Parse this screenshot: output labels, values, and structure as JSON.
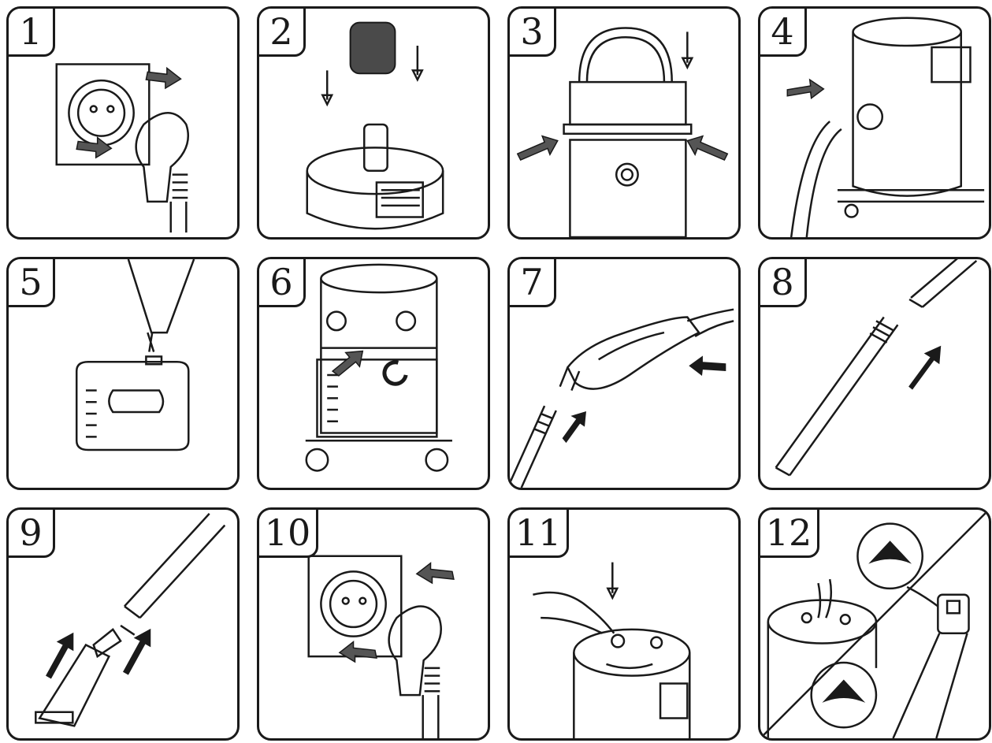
{
  "steps": [
    {
      "number": "1",
      "illustration": "unplug-from-socket"
    },
    {
      "number": "2",
      "illustration": "insert-foam-filter"
    },
    {
      "number": "3",
      "illustration": "attach-head-latch-clips"
    },
    {
      "number": "4",
      "illustration": "connect-hose"
    },
    {
      "number": "5",
      "illustration": "fill-detergent-tank"
    },
    {
      "number": "6",
      "illustration": "insert-tank-into-unit"
    },
    {
      "number": "7",
      "illustration": "connect-handle-to-tube"
    },
    {
      "number": "8",
      "illustration": "join-extension-tubes"
    },
    {
      "number": "9",
      "illustration": "attach-spray-nozzle"
    },
    {
      "number": "10",
      "illustration": "plug-into-socket"
    },
    {
      "number": "11",
      "illustration": "press-power-button"
    },
    {
      "number": "12",
      "illustration": "press-spray-trigger"
    }
  ],
  "colors": {
    "line": "#1a1a1a",
    "paper": "#ffffff",
    "fill": "#2a2a2a"
  }
}
